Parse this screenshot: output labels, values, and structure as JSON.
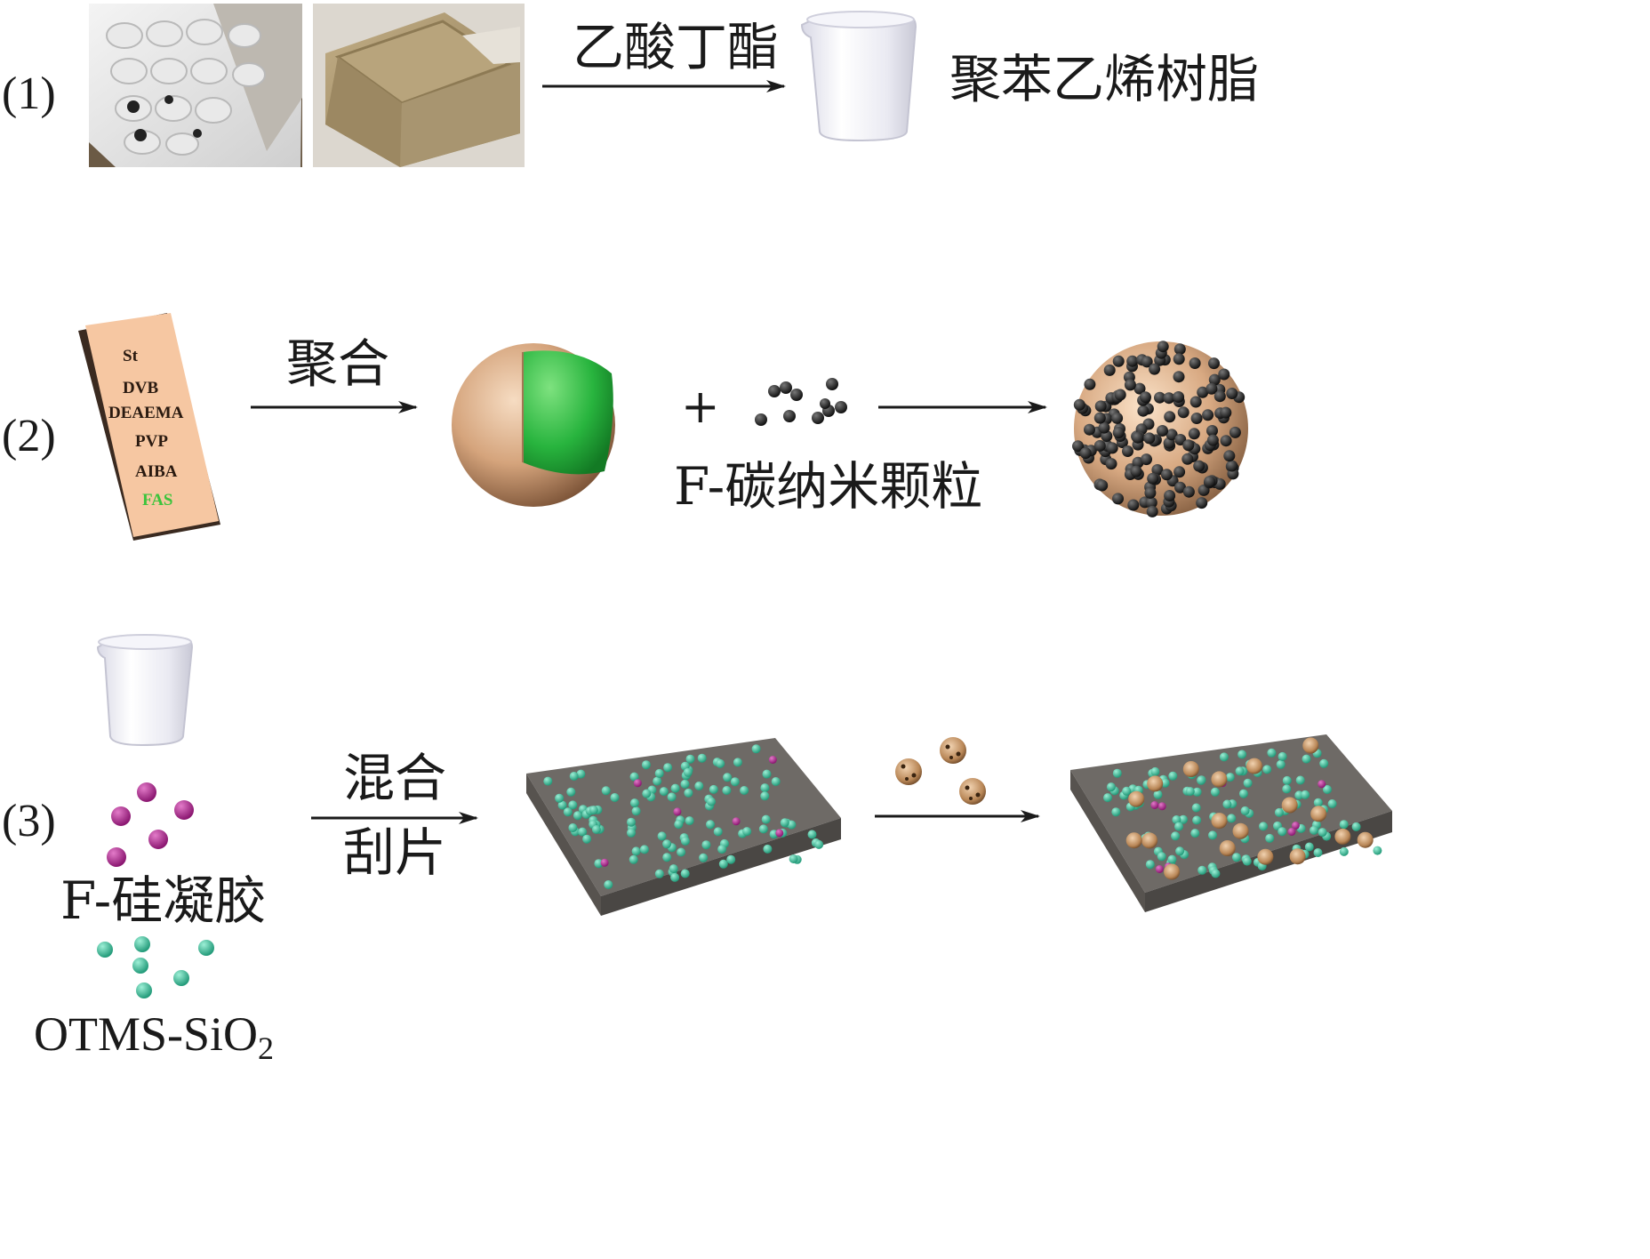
{
  "steps": [
    {
      "label": "(1)",
      "arrow_label": "乙酸丁酯",
      "product_label": "聚苯乙烯树脂"
    },
    {
      "label": "(2)",
      "reagents": [
        "St",
        "DVB",
        "DEAEMA",
        "PVP",
        "AIBA",
        "FAS"
      ],
      "arrow_label": "聚合",
      "plus": "+",
      "particles_label": "F-碳纳米颗粒"
    },
    {
      "label": "(3)",
      "gel_label": "F-硅凝胶",
      "silica_label_main": "OTMS-SiO",
      "silica_label_sub": "2",
      "arrow_label_top": "混合",
      "arrow_label_bottom": "刮片"
    }
  ],
  "colors": {
    "reagent_card": "#f6c7a2",
    "shell": "#d8a982",
    "core": "#2fb545",
    "carbon": "#1e1e1e",
    "magenta_particle": "#b0278f",
    "teal_particle": "#3fbf9d",
    "board_top": "#6f6b67",
    "fas_text": "#3cc43c"
  }
}
